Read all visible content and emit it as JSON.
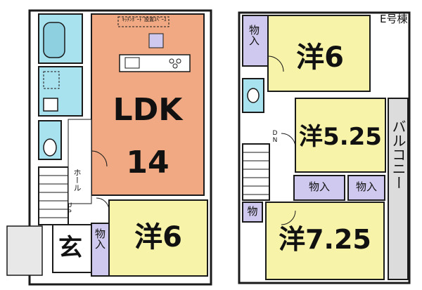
{
  "building_label": "E号棟",
  "first_floor": {
    "ldk_label": "LDK",
    "ldk_size": "14",
    "kitchen_note": "ｷｯﾁﾝﾎﾞｰﾄﾞ設置ｽﾍﾟｰｽ",
    "room_label": "洋6",
    "entrance_label": "玄",
    "storage_label": "物入",
    "hall_label": "ホール",
    "stair_label": "UP"
  },
  "second_floor": {
    "room_top_label": "洋6",
    "room_mid_label": "洋5.25",
    "room_bottom_label": "洋7.25",
    "storage_top_label": "物入",
    "storage_a_label": "物入",
    "storage_b_label": "物入",
    "storage_small_label": "物",
    "balcony_label": "バルコニー",
    "stair_label": "DN"
  },
  "colors": {
    "ldk": "#f0a982",
    "western_room": "#f7f3a8",
    "storage": "#cfc9ef",
    "wet_area": "#a9e2ef",
    "wall": "#1a1a1a",
    "balcony": "#dcdcdc"
  }
}
